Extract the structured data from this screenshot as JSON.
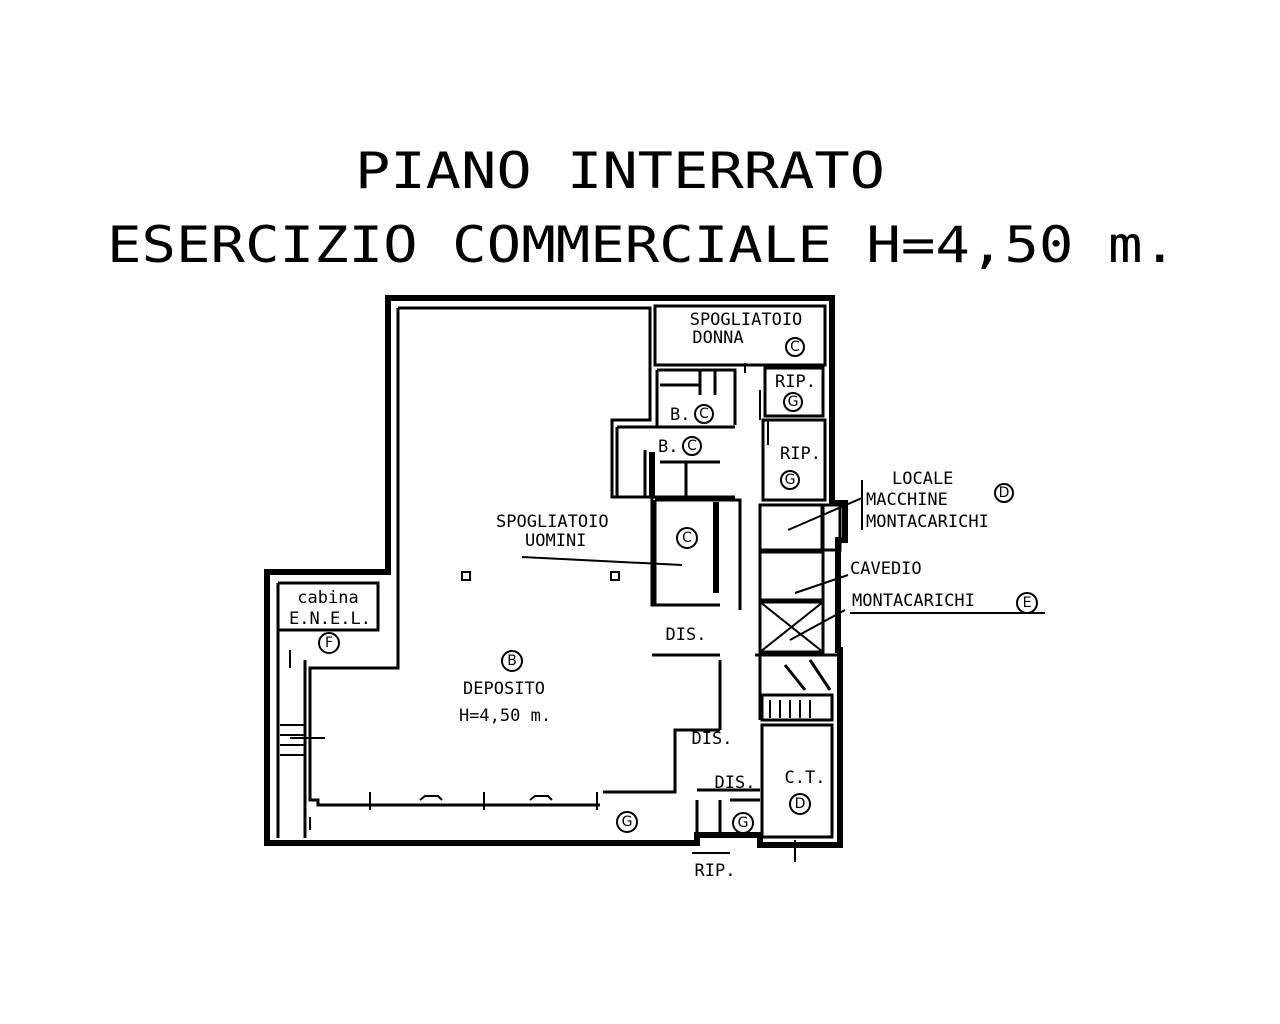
{
  "title": {
    "line1": "PIANO INTERRATO",
    "line2": "ESERCIZIO COMMERCIALE H=4,50 m."
  },
  "rooms": {
    "spogliatoio_donna": {
      "name1": "SPOGLIATOIO",
      "name2": "DONNA",
      "code": "C"
    },
    "rip_top": {
      "name": "RIP.",
      "code": "G"
    },
    "bagno_1": {
      "name": "B.",
      "code": "C"
    },
    "bagno_2": {
      "name": "B.",
      "code": "C"
    },
    "rip_mid": {
      "name": "RIP.",
      "code": "G"
    },
    "locale_macchine": {
      "name1": "LOCALE",
      "name2": "MACCHINE",
      "name3": "MONTACARICHI",
      "code": "D"
    },
    "spogliatoio_uomini": {
      "name1": "SPOGLIATOIO",
      "name2": "UOMINI",
      "code": "C"
    },
    "cavedio": {
      "name1": "CAVEDIO",
      "name2": "MONTACARICHI",
      "code": "E"
    },
    "cabina_enel": {
      "name1": "cabina",
      "name2": "E.N.E.L.",
      "code": "F"
    },
    "dis_1": {
      "name": "DIS."
    },
    "deposito": {
      "name1": "DEPOSITO",
      "name2": "H=4,50 m.",
      "code": "B"
    },
    "dis_2": {
      "name": "DIS."
    },
    "dis_3": {
      "name": "DIS."
    },
    "ct": {
      "name": "C.T.",
      "code": "D"
    },
    "corridor": {
      "code": "G"
    },
    "rip_small": {
      "code": "G"
    },
    "rip_bottom": {
      "name": "RIP."
    }
  }
}
